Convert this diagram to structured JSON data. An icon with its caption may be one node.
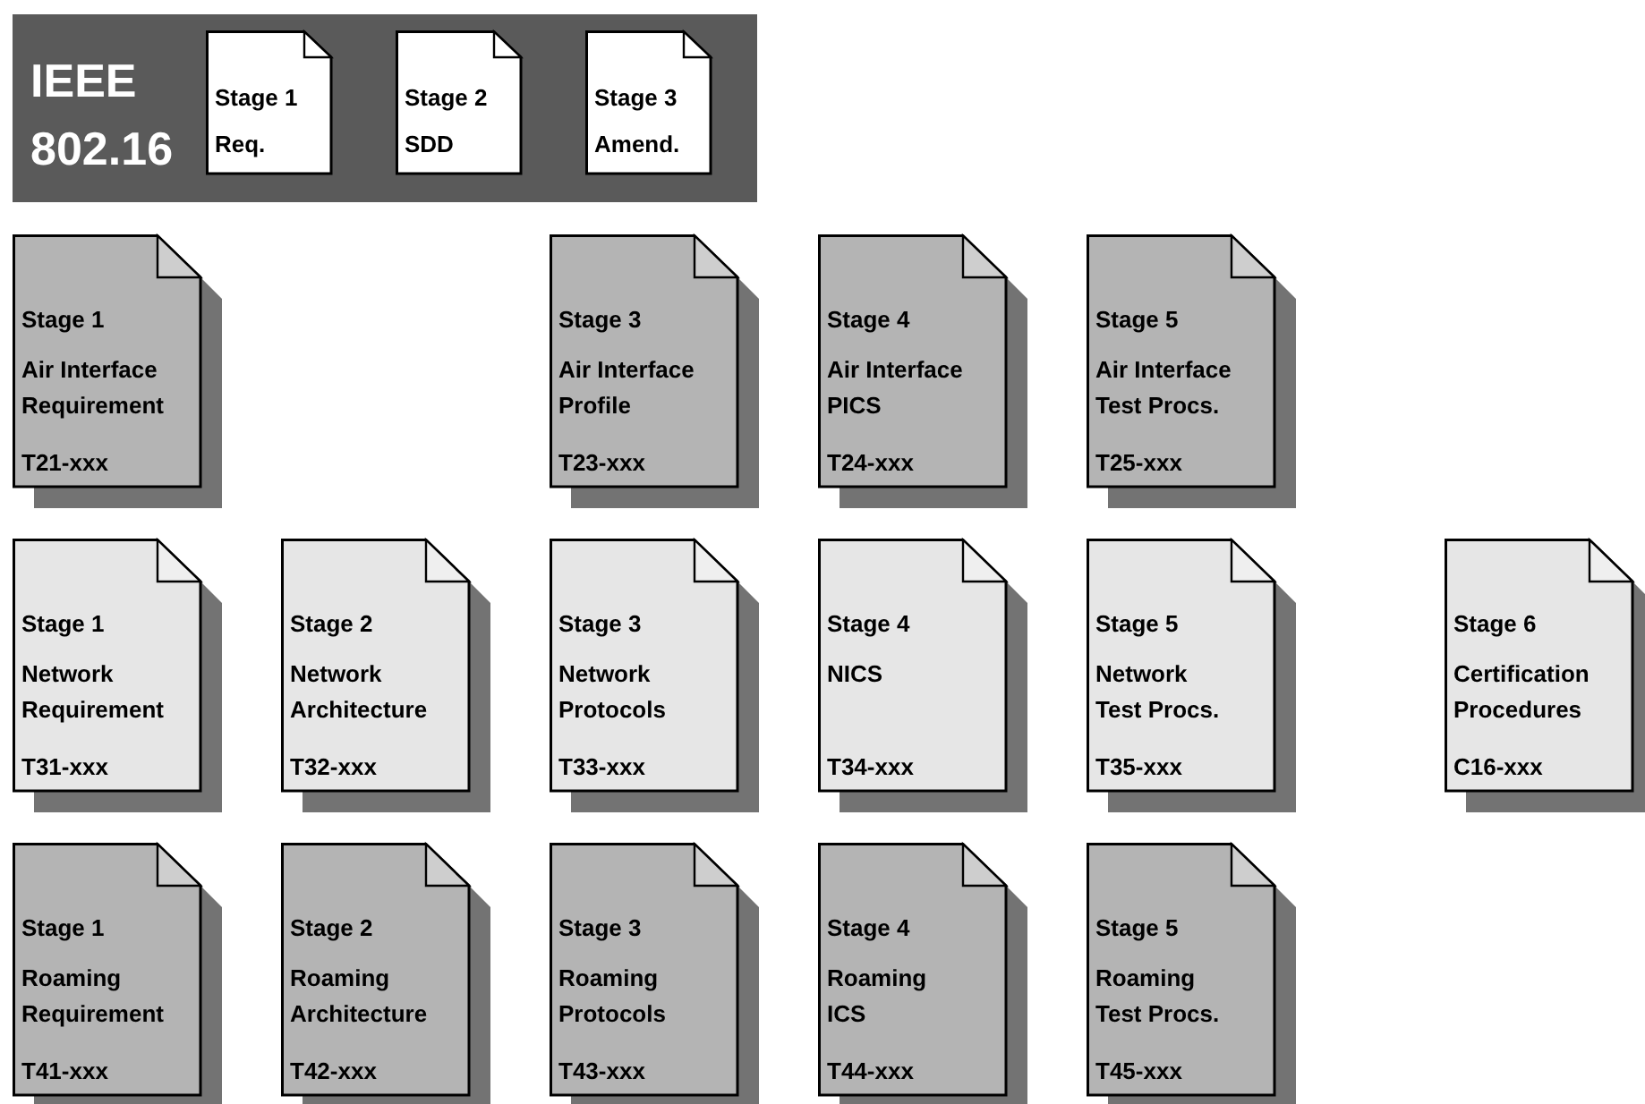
{
  "diagram": {
    "nodes": [
      {
        "text": [
          "IEEE 802.16"
        ]
      },
      {
        "text": [
          "Stage 1",
          "Req."
        ],
        "in": 0
      },
      {
        "text": [
          "Stage 2",
          "SDD"
        ],
        "in": 0
      },
      {
        "text": [
          "Stage 3",
          "Amend."
        ],
        "in": 0
      },
      {
        "text": [
          "Stage 1",
          "Air Interface Requirement",
          "T21-xxx"
        ]
      },
      {
        "text": [
          "Stage 3",
          "Air Interface Profile",
          "T23-xxx"
        ]
      },
      {
        "text": [
          "Stage 4",
          "Air Interface PICS",
          "T24-xxx"
        ]
      },
      {
        "text": [
          "Stage 5",
          "Air Interface Test Procs.",
          "T25-xxx"
        ]
      },
      {
        "text": [
          "Stage 1",
          "Network Requirement",
          "T31-xxx"
        ]
      },
      {
        "text": [
          "Stage 2",
          "Network Architecture",
          "T32-xxx"
        ]
      },
      {
        "text": [
          "Stage 3",
          "Network Protocols",
          "T33-xxx"
        ]
      },
      {
        "text": [
          "Stage 4",
          "NICS",
          "T34-xxx"
        ]
      },
      {
        "text": [
          "Stage 5",
          "Network Test Procs.",
          "T35-xxx"
        ]
      },
      {
        "text": [
          "Stage 6",
          "Certification Procedures",
          "C16-xxx"
        ]
      },
      {
        "text": [
          "Stage 1",
          "Roaming Requirement",
          "T41-xxx"
        ]
      },
      {
        "text": [
          "Stage 2",
          "Roaming Architecture",
          "T42-xxx"
        ]
      },
      {
        "text": [
          "Stage 3",
          "Roaming Protocols",
          "T43-xxx"
        ]
      },
      {
        "text": [
          "Stage 4",
          "Roaming ICS",
          "T44-xxx"
        ]
      },
      {
        "text": [
          "Stage 5",
          "Roaming Test Procs.",
          "T45-xxx"
        ]
      }
    ]
  }
}
